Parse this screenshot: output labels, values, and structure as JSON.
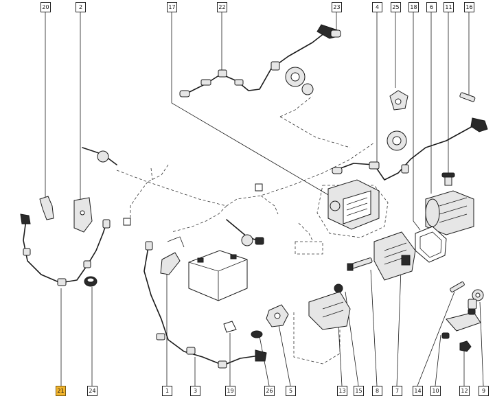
{
  "diagram": {
    "highlighted_callout": "21",
    "callouts": [
      "20",
      "2",
      "17",
      "22",
      "23",
      "4",
      "25",
      "18",
      "6",
      "11",
      "16",
      "21",
      "24",
      "1",
      "3",
      "19",
      "26",
      "5",
      "13",
      "15",
      "8",
      "7",
      "14",
      "10",
      "12",
      "9"
    ]
  }
}
